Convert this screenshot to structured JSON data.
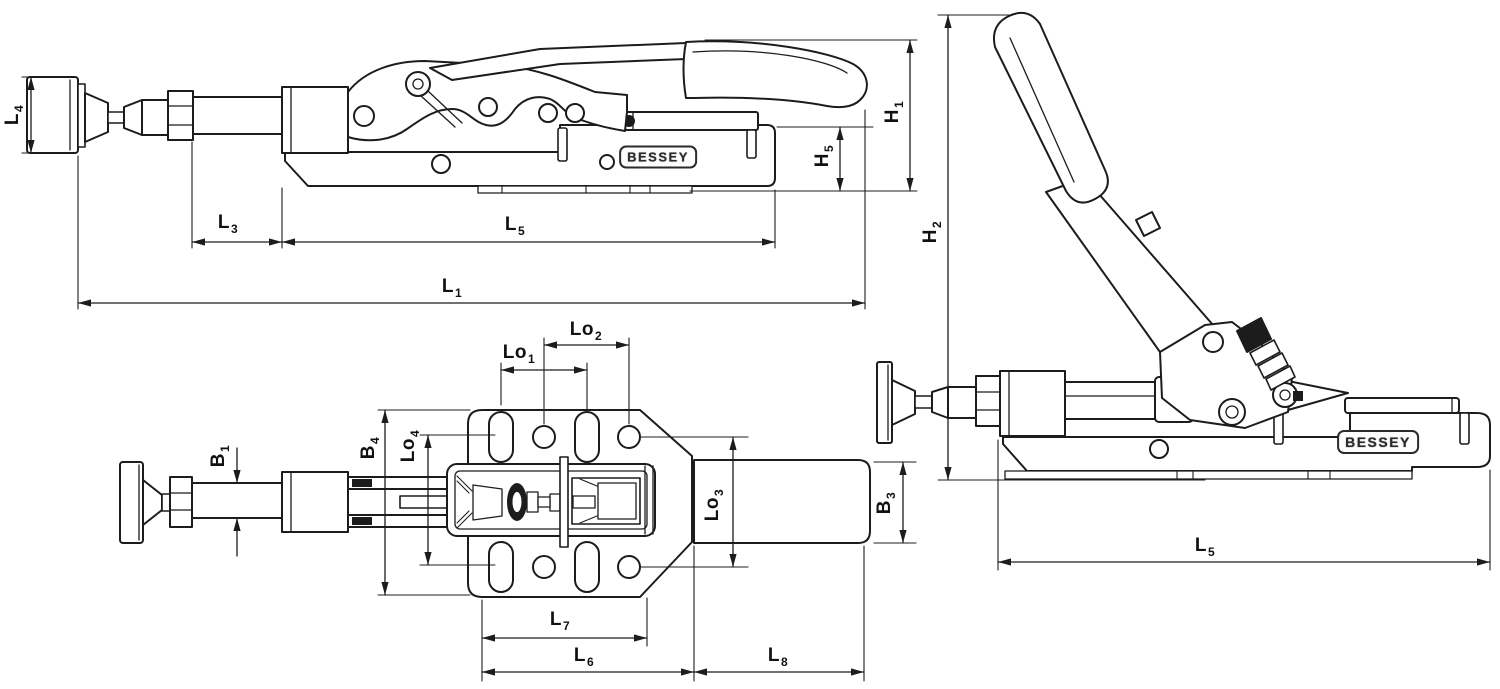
{
  "colors": {
    "background": "#ffffff",
    "line": "#1c1c1c",
    "label": "#111111"
  },
  "brand": {
    "name": "BESSEY"
  },
  "views": {
    "side_closed": {
      "label_ids": [
        "l4",
        "l3",
        "l5a",
        "l1",
        "h5",
        "h1"
      ]
    },
    "side_open": {
      "label_ids": [
        "h2",
        "l5b"
      ]
    },
    "top_plan": {
      "label_ids": [
        "b1",
        "b4",
        "lo4",
        "lo1",
        "lo2",
        "lo3",
        "b3",
        "l7",
        "l6",
        "l8"
      ]
    }
  },
  "dim_labels": {
    "l4": {
      "t": "L",
      "s": "4"
    },
    "l3": {
      "t": "L",
      "s": "3"
    },
    "l5a": {
      "t": "L",
      "s": "5"
    },
    "l1": {
      "t": "L",
      "s": "1"
    },
    "h5": {
      "t": "H",
      "s": "5"
    },
    "h1": {
      "t": "H",
      "s": "1"
    },
    "h2": {
      "t": "H",
      "s": "2"
    },
    "l5b": {
      "t": "L",
      "s": "5"
    },
    "b1": {
      "t": "B",
      "s": "1"
    },
    "b4": {
      "t": "B",
      "s": "4"
    },
    "lo4": {
      "t": "Lo",
      "s": "4"
    },
    "lo1": {
      "t": "Lo",
      "s": "1"
    },
    "lo2": {
      "t": "Lo",
      "s": "2"
    },
    "lo3": {
      "t": "Lo",
      "s": "3"
    },
    "b3": {
      "t": "B",
      "s": "3"
    },
    "l7": {
      "t": "L",
      "s": "7"
    },
    "l6": {
      "t": "L",
      "s": "6"
    },
    "l8": {
      "t": "L",
      "s": "8"
    }
  }
}
